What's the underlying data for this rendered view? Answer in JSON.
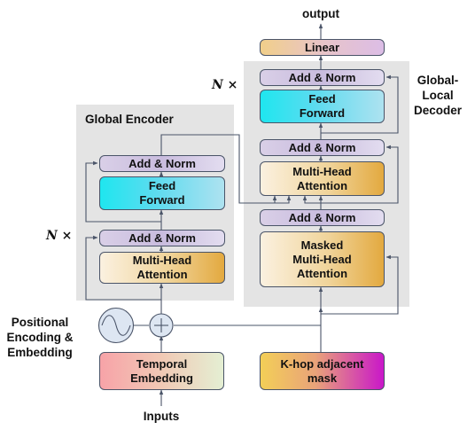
{
  "output_label": "output",
  "inputs_label": "Inputs",
  "positional_label": "Positional\nEncoding &\nEmbedding",
  "encoder": {
    "title": "Global Encoder",
    "repeat": "N ×",
    "add_norm_top": "Add & Norm",
    "feed_forward": "Feed\nForward",
    "add_norm_bottom": "Add & Norm",
    "multi_head": "Multi-Head\nAttention"
  },
  "decoder": {
    "title": "Global-\nLocal\nDecoder",
    "repeat": "N ×",
    "add_norm_top": "Add & Norm",
    "feed_forward": "Feed\nForward",
    "add_norm_mid": "Add & Norm",
    "multi_head": "Multi-Head\nAttention",
    "add_norm_bottom": "Add & Norm",
    "masked_multi_head": "Masked\nMulti-Head\nAttention"
  },
  "linear": "Linear",
  "temporal_embedding": "Temporal\nEmbedding",
  "khop_mask": "K-hop adjacent\nmask",
  "plus_symbol": "+"
}
